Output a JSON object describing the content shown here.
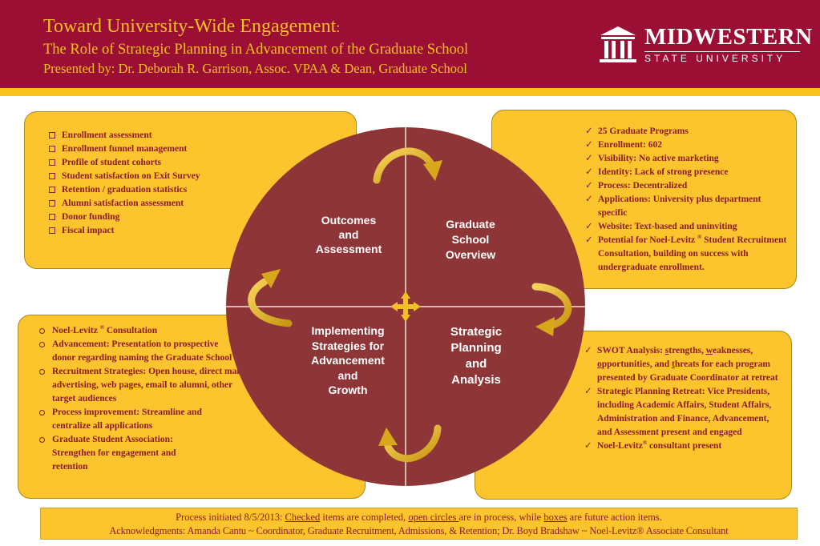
{
  "header": {
    "title": "Toward University-Wide Engagement",
    "title_colon": ":",
    "subtitle": "The Role of Strategic Planning in Advancement of the Graduate School",
    "presenter": "Presented by: Dr. Deborah R. Garrison, Assoc. VPAA & Dean, Graduate School",
    "logo_name": "MIDWESTERN",
    "logo_sub": "STATE UNIVERSITY"
  },
  "quadrants": {
    "top_left": [
      "Outcomes",
      "and",
      "Assessment"
    ],
    "top_right": [
      "Graduate",
      "School",
      "Overview"
    ],
    "bottom_left": [
      "Implementing",
      "Strategies for",
      "Advancement",
      "and",
      "Growth"
    ],
    "bottom_right": [
      "Strategic",
      "Planning",
      "and",
      "Analysis"
    ]
  },
  "boxes": {
    "outcomes": [
      "Enrollment assessment",
      "Enrollment funnel management",
      "Profile of student cohorts",
      "Student satisfaction on Exit Survey",
      "Retention / graduation statistics",
      "Alumni satisfaction assessment",
      "Donor funding",
      "Fiscal impact"
    ],
    "overview": {
      "item1": "25 Graduate Programs",
      "item2": "Enrollment:  602",
      "item3": "Visibility:  No active marketing",
      "item4": "Identity:  Lack of strong presence",
      "item5": "Process:  Decentralized",
      "item6": "Applications:  University plus department specific",
      "item7": "Website:  Text-based and  uninviting",
      "item8_a": "Potential for Noel-Levitz ",
      "item8_reg": "®",
      "item8_b": " Student Recruitment Consultation, building on success with undergraduate enrollment."
    },
    "implementing": {
      "item1_a": "Noel-Levitz ",
      "item1_reg": "®",
      "item1_b": " Consultation",
      "item2": "Advancement:  Presentation to prospective donor regarding naming the Graduate School",
      "item3": "Recruitment Strategies: Open house, direct mail, advertising, web pages, email to alumni,  other target audiences",
      "item4": "Process improvement: Streamline and centralize all applications",
      "item5": "Graduate Student Association: Strengthen for engagement and retention"
    },
    "strategic": {
      "swot_a": "SWOT Analysis: ",
      "swot_s": "s",
      "swot_b": "trengths, ",
      "swot_w": "w",
      "swot_c": "eaknesses, ",
      "swot_o": "o",
      "swot_d": "pportunities, and ",
      "swot_t": "t",
      "swot_e": "hreats for each program presented by Graduate Coordinator at retreat",
      "retreat": "Strategic Planning Retreat: Vice Presidents, including Academic Affairs, Student Affairs, Administration and Finance, Advancement, and Assessment present and engaged",
      "noel_a": "Noel-Levitz",
      "noel_reg": "®",
      "noel_b": " consultant present"
    }
  },
  "footer": {
    "p1": "Process initiated 8/5/2013:  ",
    "checked": "Checked",
    "p2": " items are completed, ",
    "open": "open circles ",
    "p3": "are in process, while ",
    "boxes": "boxes",
    "p4": " are future action items.",
    "ack": "Acknowledgments: Amanda Cantu ~ Coordinator, Graduate Recruitment, Admissions, & Retention; Dr. Boyd Bradshaw ~ Noel-Levitz® Associate Consultant"
  },
  "colors": {
    "maroon": "#9b0f35",
    "gold": "#f6c21e",
    "box_gold": "#fcc52e",
    "wheel": "#8e3637",
    "text": "#8b1a2b"
  }
}
